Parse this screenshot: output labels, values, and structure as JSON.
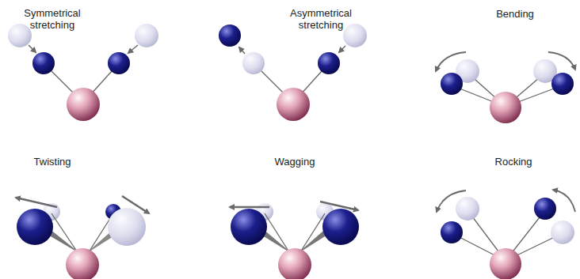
{
  "diagram": {
    "labels": [
      "Symmetrical stretching",
      "Asymmetrical stretching",
      "Bending",
      "Twisting",
      "Wagging",
      "Rocking"
    ]
  }
}
